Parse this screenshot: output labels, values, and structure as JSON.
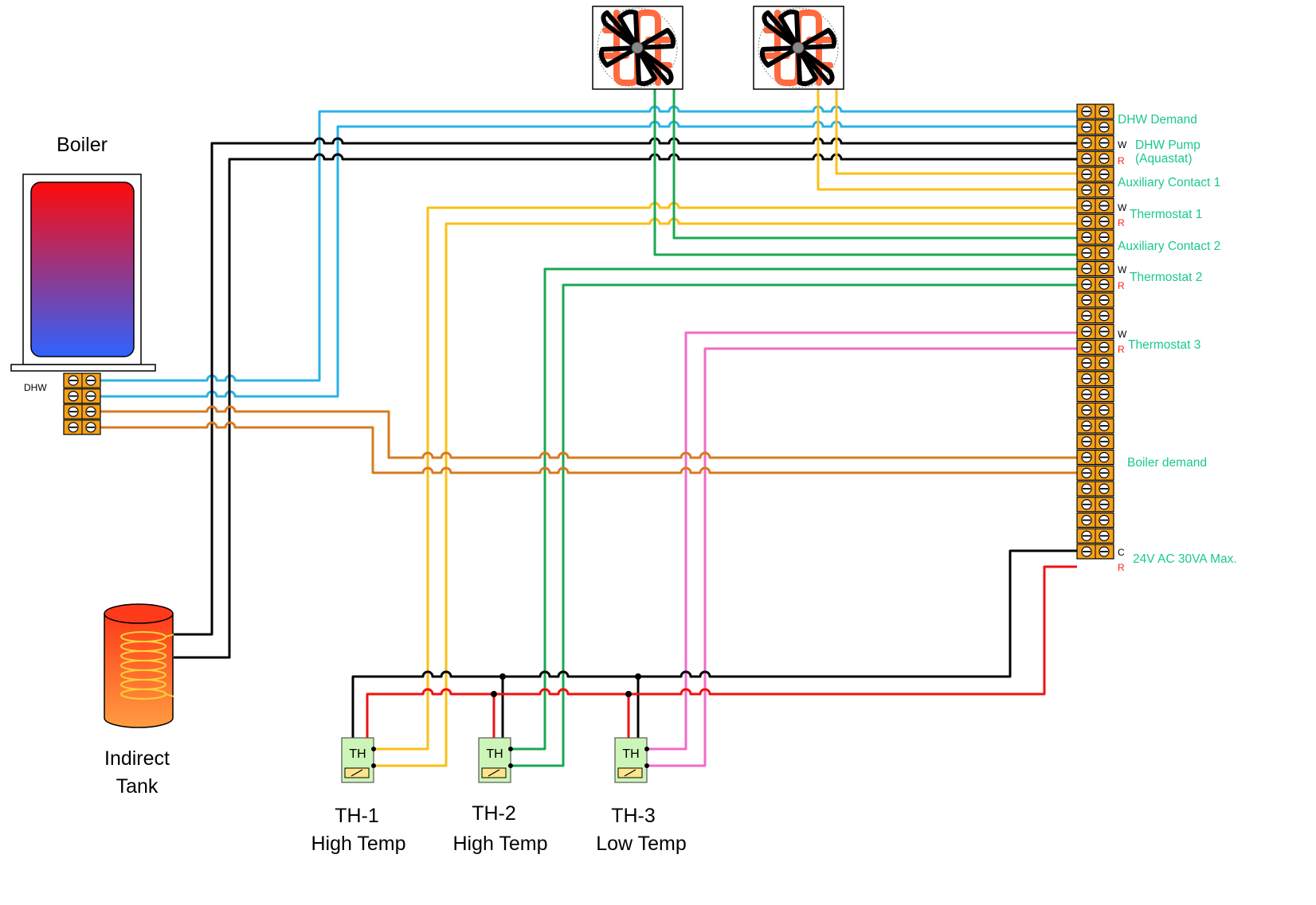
{
  "boiler": {
    "title": "Boiler",
    "dhw_label": "DHW"
  },
  "tank": {
    "label_line1": "Indirect",
    "label_line2": "Tank"
  },
  "terminal_block": {
    "labels": {
      "dhw_demand": "DHW Demand",
      "dhw_pump_line1": "DHW Pump",
      "dhw_pump_line2": "(Aquastat)",
      "aux_contact_1": "Auxiliary Contact 1",
      "thermostat_1": "Thermostat 1",
      "aux_contact_2": "Auxiliary Contact 2",
      "thermostat_2": "Thermostat 2",
      "thermostat_3": "Thermostat 3",
      "boiler_demand": "Boiler demand",
      "power": "24V AC 30VA Max."
    },
    "pin_letters": {
      "w": "W",
      "r": "R",
      "c": "C"
    }
  },
  "thermostats": [
    {
      "device_label": "TH",
      "name": "TH-1",
      "description": "High Temp"
    },
    {
      "device_label": "TH",
      "name": "TH-2",
      "description": "High Temp"
    },
    {
      "device_label": "TH",
      "name": "TH-3",
      "description": "Low Temp"
    }
  ],
  "wire_colors": {
    "blue": "#29b2e6",
    "black": "#000000",
    "yellow": "#fbbf16",
    "green": "#1aa851",
    "pink": "#f06bc9",
    "orange": "#d77a22",
    "red": "#ee1111"
  },
  "icons": [
    "fan-coil-icon",
    "fan-coil-icon",
    "boiler-icon",
    "indirect-tank-icon",
    "terminal-block-icon",
    "thermostat-icon"
  ]
}
